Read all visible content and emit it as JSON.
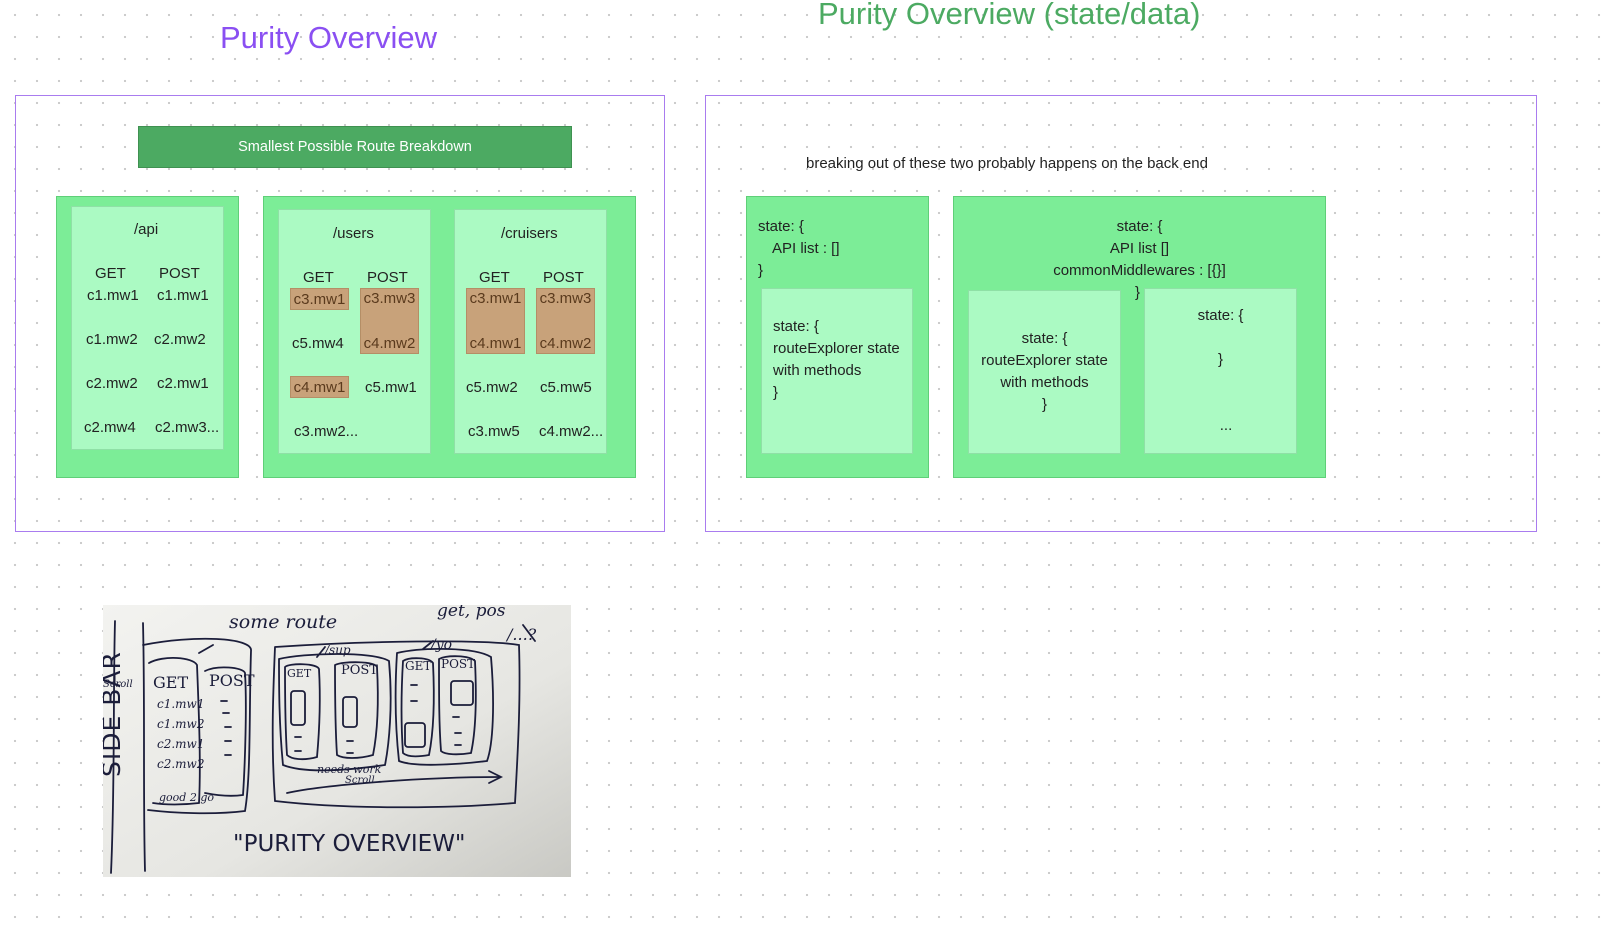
{
  "left": {
    "title": "Purity Overview",
    "banner": "Smallest Possible Route Breakdown",
    "api": {
      "route": "/api",
      "get_header": "GET",
      "post_header": "POST",
      "rows": [
        [
          "c1.mw1",
          "c1.mw1"
        ],
        [
          "c1.mw2",
          "c2.mw2"
        ],
        [
          "c2.mw2",
          "c2.mw1"
        ],
        [
          "c2.mw4",
          "c2.mw3..."
        ]
      ]
    },
    "users": {
      "route": "/users",
      "get_header": "GET",
      "post_header": "POST",
      "get": [
        "c3.mw1",
        "c5.mw4",
        "c4.mw1",
        "c3.mw2..."
      ],
      "post": [
        "c3.mw3",
        "c4.mw2",
        "c5.mw1"
      ]
    },
    "cruisers": {
      "route": "/cruisers",
      "get_header": "GET",
      "post_header": "POST",
      "get": [
        "c3.mw1",
        "c4.mw1",
        "c5.mw2",
        "c3.mw5"
      ],
      "post": [
        "c3.mw3",
        "c4.mw2",
        "c5.mw5",
        "c4.mw2..."
      ]
    }
  },
  "right": {
    "title": "Purity Overview (state/data)",
    "note": "breaking out of these two probably happens on the back end",
    "box1": {
      "state_open": "state: {",
      "api_list": "API list : []",
      "close": "}",
      "inner": [
        "state: {",
        "routeExplorer state",
        "with methods",
        "}"
      ]
    },
    "box2": {
      "state_open": "state: {",
      "api_list": "API list []",
      "common": "commonMiddlewares : [{}]",
      "close": "}",
      "inner_a": [
        "state: {",
        "routeExplorer state",
        "with methods",
        "}"
      ],
      "inner_b": [
        "state: {",
        "}",
        "..."
      ]
    }
  },
  "whiteboard": {
    "sidebar": "SIDE BAR",
    "route": "some route",
    "get_post": "get, pos",
    "get": "GET",
    "post": "POST",
    "items": [
      "c1.mw1",
      "c1.mw2",
      "c2.mw1",
      "c2.mw2"
    ],
    "good": "good 2 go",
    "sup": "/sup",
    "yo": "/yo",
    "get2": "GET",
    "post2": "POST",
    "get3": "GET",
    "post3": "POST",
    "needs": "needs work",
    "scroll": "Scroll",
    "caption": "\"PURITY OVERVIEW\"",
    "scroll_side": "Scroll",
    "more": "/...?"
  }
}
